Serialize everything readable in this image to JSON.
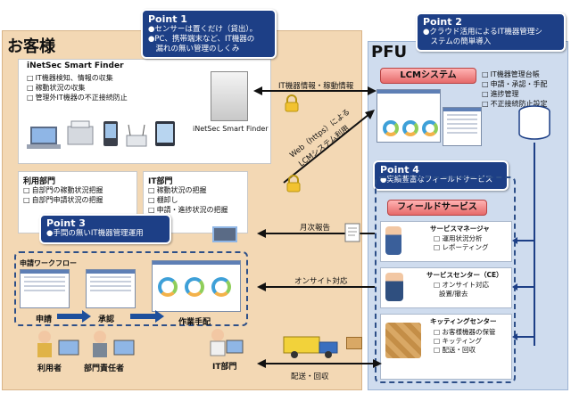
{
  "customer": {
    "title": "お客様",
    "finder": {
      "heading": "iNetSec Smart Finder",
      "items": [
        "IT機器検知、情報の収集",
        "稼動状況の収集",
        "管理外IT機器の不正接続防止"
      ],
      "device_label": "iNetSec Smart Finder"
    },
    "user_dept": {
      "heading": "利用部門",
      "items": [
        "自部門の稼動状況把握",
        "自部門申請状況の把握"
      ]
    },
    "it_dept": {
      "heading": "IT部門",
      "items": [
        "稼動状況の把握",
        "棚卸し",
        "申請・進捗状況の把握"
      ]
    },
    "workflow": {
      "heading": "申請ワークフロー",
      "apply": "申請",
      "approve": "承認",
      "procedure": "作業手配"
    },
    "people": {
      "user": "利用者",
      "manager": "部門責任者",
      "it": "IT部門"
    }
  },
  "pfu": {
    "title": "PFU",
    "lcm": {
      "label": "LCMシステム",
      "items": [
        "IT機器管理台帳",
        "申請・承認・手配",
        "進捗管理",
        "不正接続防止設定"
      ]
    },
    "field_service": {
      "label": "フィールドサービス"
    },
    "services": [
      {
        "title": "サービスマネージャ",
        "items": [
          "運用状況分析",
          "レポーティング"
        ]
      },
      {
        "title": "サービスセンター（CE）",
        "items": [
          "オンサイト対応",
          "設置/撤去"
        ]
      },
      {
        "title": "キッティングセンター",
        "items": [
          "お客様機器の保管",
          "キッティング",
          "配送・回収"
        ]
      }
    ]
  },
  "callouts": {
    "point1": {
      "title": "Point 1",
      "lines": [
        "●センサーは置くだけ（貸出）。",
        "●PC、携帯端末など、IT機器の",
        "　漏れの無い管理のしくみ"
      ]
    },
    "point2": {
      "title": "Point 2",
      "lines": [
        "●クラウド活用によるIT機器管理シ",
        "　ステムの簡単導入"
      ]
    },
    "point3": {
      "title": "Point 3",
      "lines": [
        "●手間の無いIT機器管理運用"
      ]
    },
    "point4": {
      "title": "Point 4",
      "lines": [
        "●実績豊富なフィールドサービス"
      ]
    }
  },
  "links": {
    "it_info": "IT機器情報・稼動情報",
    "web_https_line1": "Web（https）による",
    "web_https_line2": "LCMシステム利用",
    "monthly_report": "月次報告",
    "onsite": "オンサイト対応",
    "delivery": "配送・回収"
  },
  "colors": {
    "customer_bg": "#f3d8b4",
    "pfu_bg": "#cfdcee",
    "callout": "#1d3f86",
    "lcm_button": "#e66a6a"
  }
}
